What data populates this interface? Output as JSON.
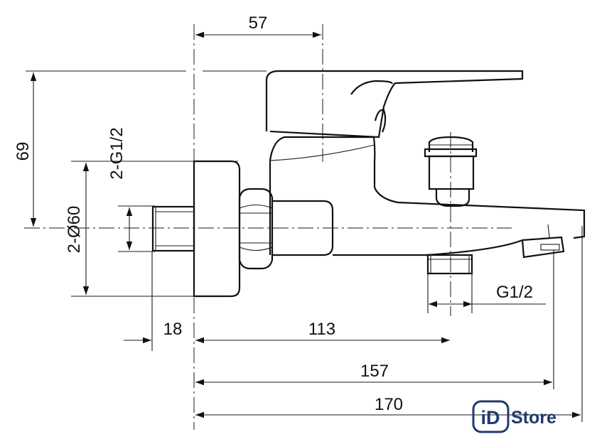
{
  "dimensions": {
    "top_width": "57",
    "height": "69",
    "inlet_thread": "2-G1/2",
    "flange_diameter": "2-Ø60",
    "stub_length": "18",
    "center_to_outlet": "113",
    "center_to_spout_tip": "157",
    "center_to_spout_end": "170",
    "outlet_thread": "G1/2"
  },
  "logo": {
    "mark": "iD",
    "name": "Store",
    "color": "#1f3a6e"
  }
}
